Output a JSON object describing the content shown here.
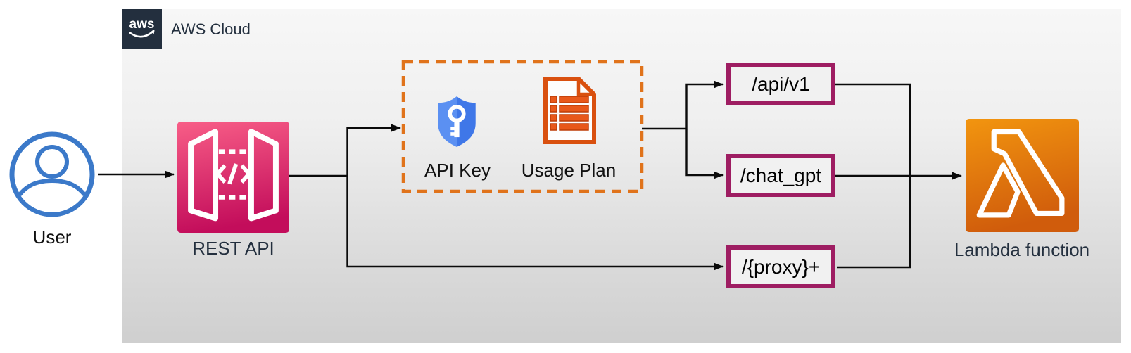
{
  "cloud": {
    "label": "AWS Cloud",
    "logo_text": "aws"
  },
  "nodes": {
    "user": {
      "label": "User"
    },
    "rest_api": {
      "label": "REST API"
    },
    "api_key": {
      "label": "API Key"
    },
    "usage_plan": {
      "label": "Usage Plan"
    },
    "lambda": {
      "label": "Lambda function"
    }
  },
  "routes": [
    {
      "label": "/api/v1"
    },
    {
      "label": "/chat_gpt"
    },
    {
      "label": "/{proxy}+"
    }
  ],
  "colors": {
    "aws-dark": "#232F3E",
    "label-navy": "#232F3E",
    "connector-black": "#0A0A0A",
    "dashed-border-orange": "#E0731B",
    "route-border": "#9E1D62",
    "user-blue": "#3B79C9",
    "api-gateway-pink-light": "#F85E87",
    "api-gateway-pink-dark": "#C30D5B",
    "lambda-orange-light": "#F2950F",
    "lambda-orange-dark": "#D05C0C",
    "shield-blue-light": "#5B90F2",
    "shield-blue-dark": "#3F77E8",
    "usage-plan-orange": "#D9500F",
    "usage-plan-fill": "#E8581A"
  }
}
